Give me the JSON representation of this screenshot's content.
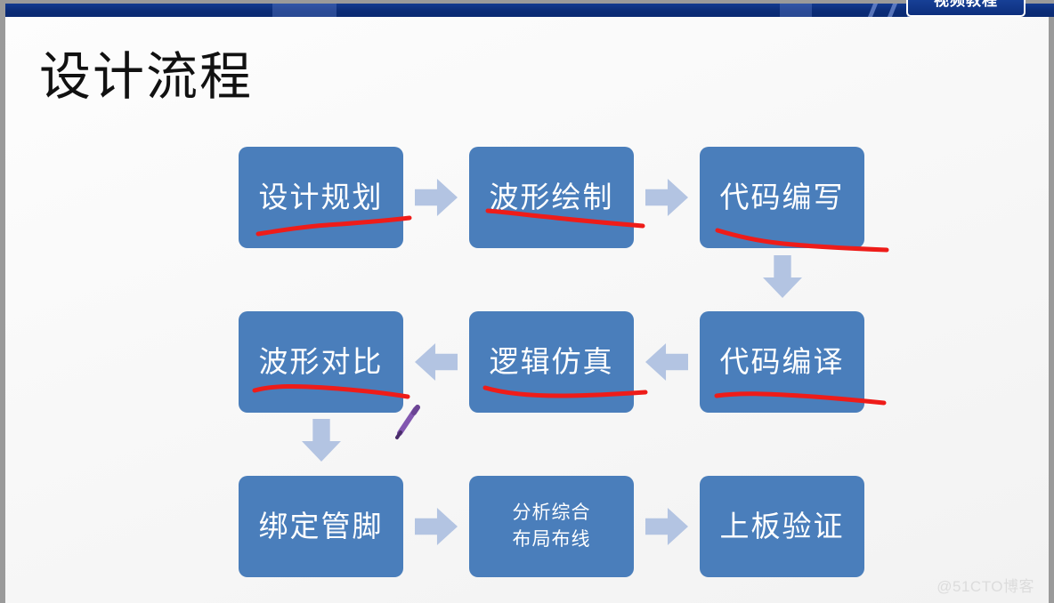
{
  "window": {
    "nav_tab_label": "视频教程"
  },
  "slide": {
    "title": "设计流程",
    "watermark": "@51CTO博客"
  },
  "flow": {
    "nodes": [
      {
        "id": "design-planning",
        "label": "设计规划",
        "underlined": true
      },
      {
        "id": "waveform-drawing",
        "label": "波形绘制",
        "underlined": true
      },
      {
        "id": "code-writing",
        "label": "代码编写",
        "underlined": true
      },
      {
        "id": "waveform-compare",
        "label": "波形对比",
        "underlined": true
      },
      {
        "id": "logic-simulation",
        "label": "逻辑仿真",
        "underlined": true
      },
      {
        "id": "code-compile",
        "label": "代码编译",
        "underlined": true
      },
      {
        "id": "pin-binding",
        "label": "绑定管脚",
        "underlined": false
      },
      {
        "id": "synthesis-place-route",
        "line1": "分析综合",
        "line2": "布局布线",
        "underlined": false
      },
      {
        "id": "board-verify",
        "label": "上板验证",
        "underlined": false
      }
    ],
    "connectors": [
      {
        "id": "planning-to-waveform",
        "direction": "right"
      },
      {
        "id": "waveform-to-code-writing",
        "direction": "right"
      },
      {
        "id": "code-writing-to-compile",
        "direction": "down"
      },
      {
        "id": "compile-to-simulation",
        "direction": "left"
      },
      {
        "id": "simulation-to-compare",
        "direction": "left"
      },
      {
        "id": "compare-to-pin-binding",
        "direction": "down"
      },
      {
        "id": "pin-binding-to-synthesis",
        "direction": "right"
      },
      {
        "id": "synthesis-to-board-verify",
        "direction": "right"
      }
    ]
  },
  "colors": {
    "node_fill": "#4A7EBB",
    "node_text": "#FFFFFF",
    "arrow_fill": "#B3C4E2",
    "annotation_red": "#EE1C19",
    "topbar_navy": "#0B2C77",
    "pen_purple": "#7B4EA8",
    "slide_background": "#FAFAFA"
  }
}
